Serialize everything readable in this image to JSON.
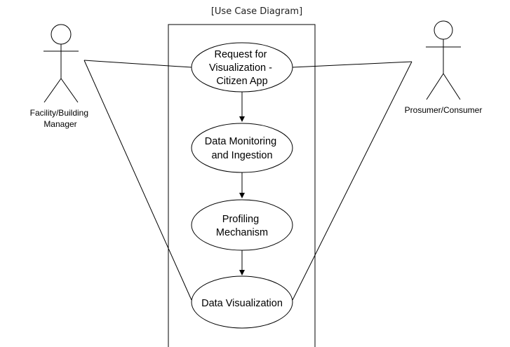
{
  "diagram": {
    "title": "[Use Case Diagram]"
  },
  "actors": {
    "left": {
      "label_line1": "Facility/Building",
      "label_line2": "Manager"
    },
    "right": {
      "label": "Prosumer/Consumer"
    }
  },
  "use_cases": {
    "request": {
      "line1": "Request for",
      "line2": "Visualization -",
      "line3": "Citizen App"
    },
    "monitoring": {
      "line1": "Data Monitoring",
      "line2": "and Ingestion"
    },
    "profiling": {
      "line1": "Profiling",
      "line2": "Mechanism"
    },
    "visualization": {
      "line1": "Data Visualization"
    }
  },
  "colors": {
    "stroke": "#000000",
    "background": "#ffffff"
  }
}
